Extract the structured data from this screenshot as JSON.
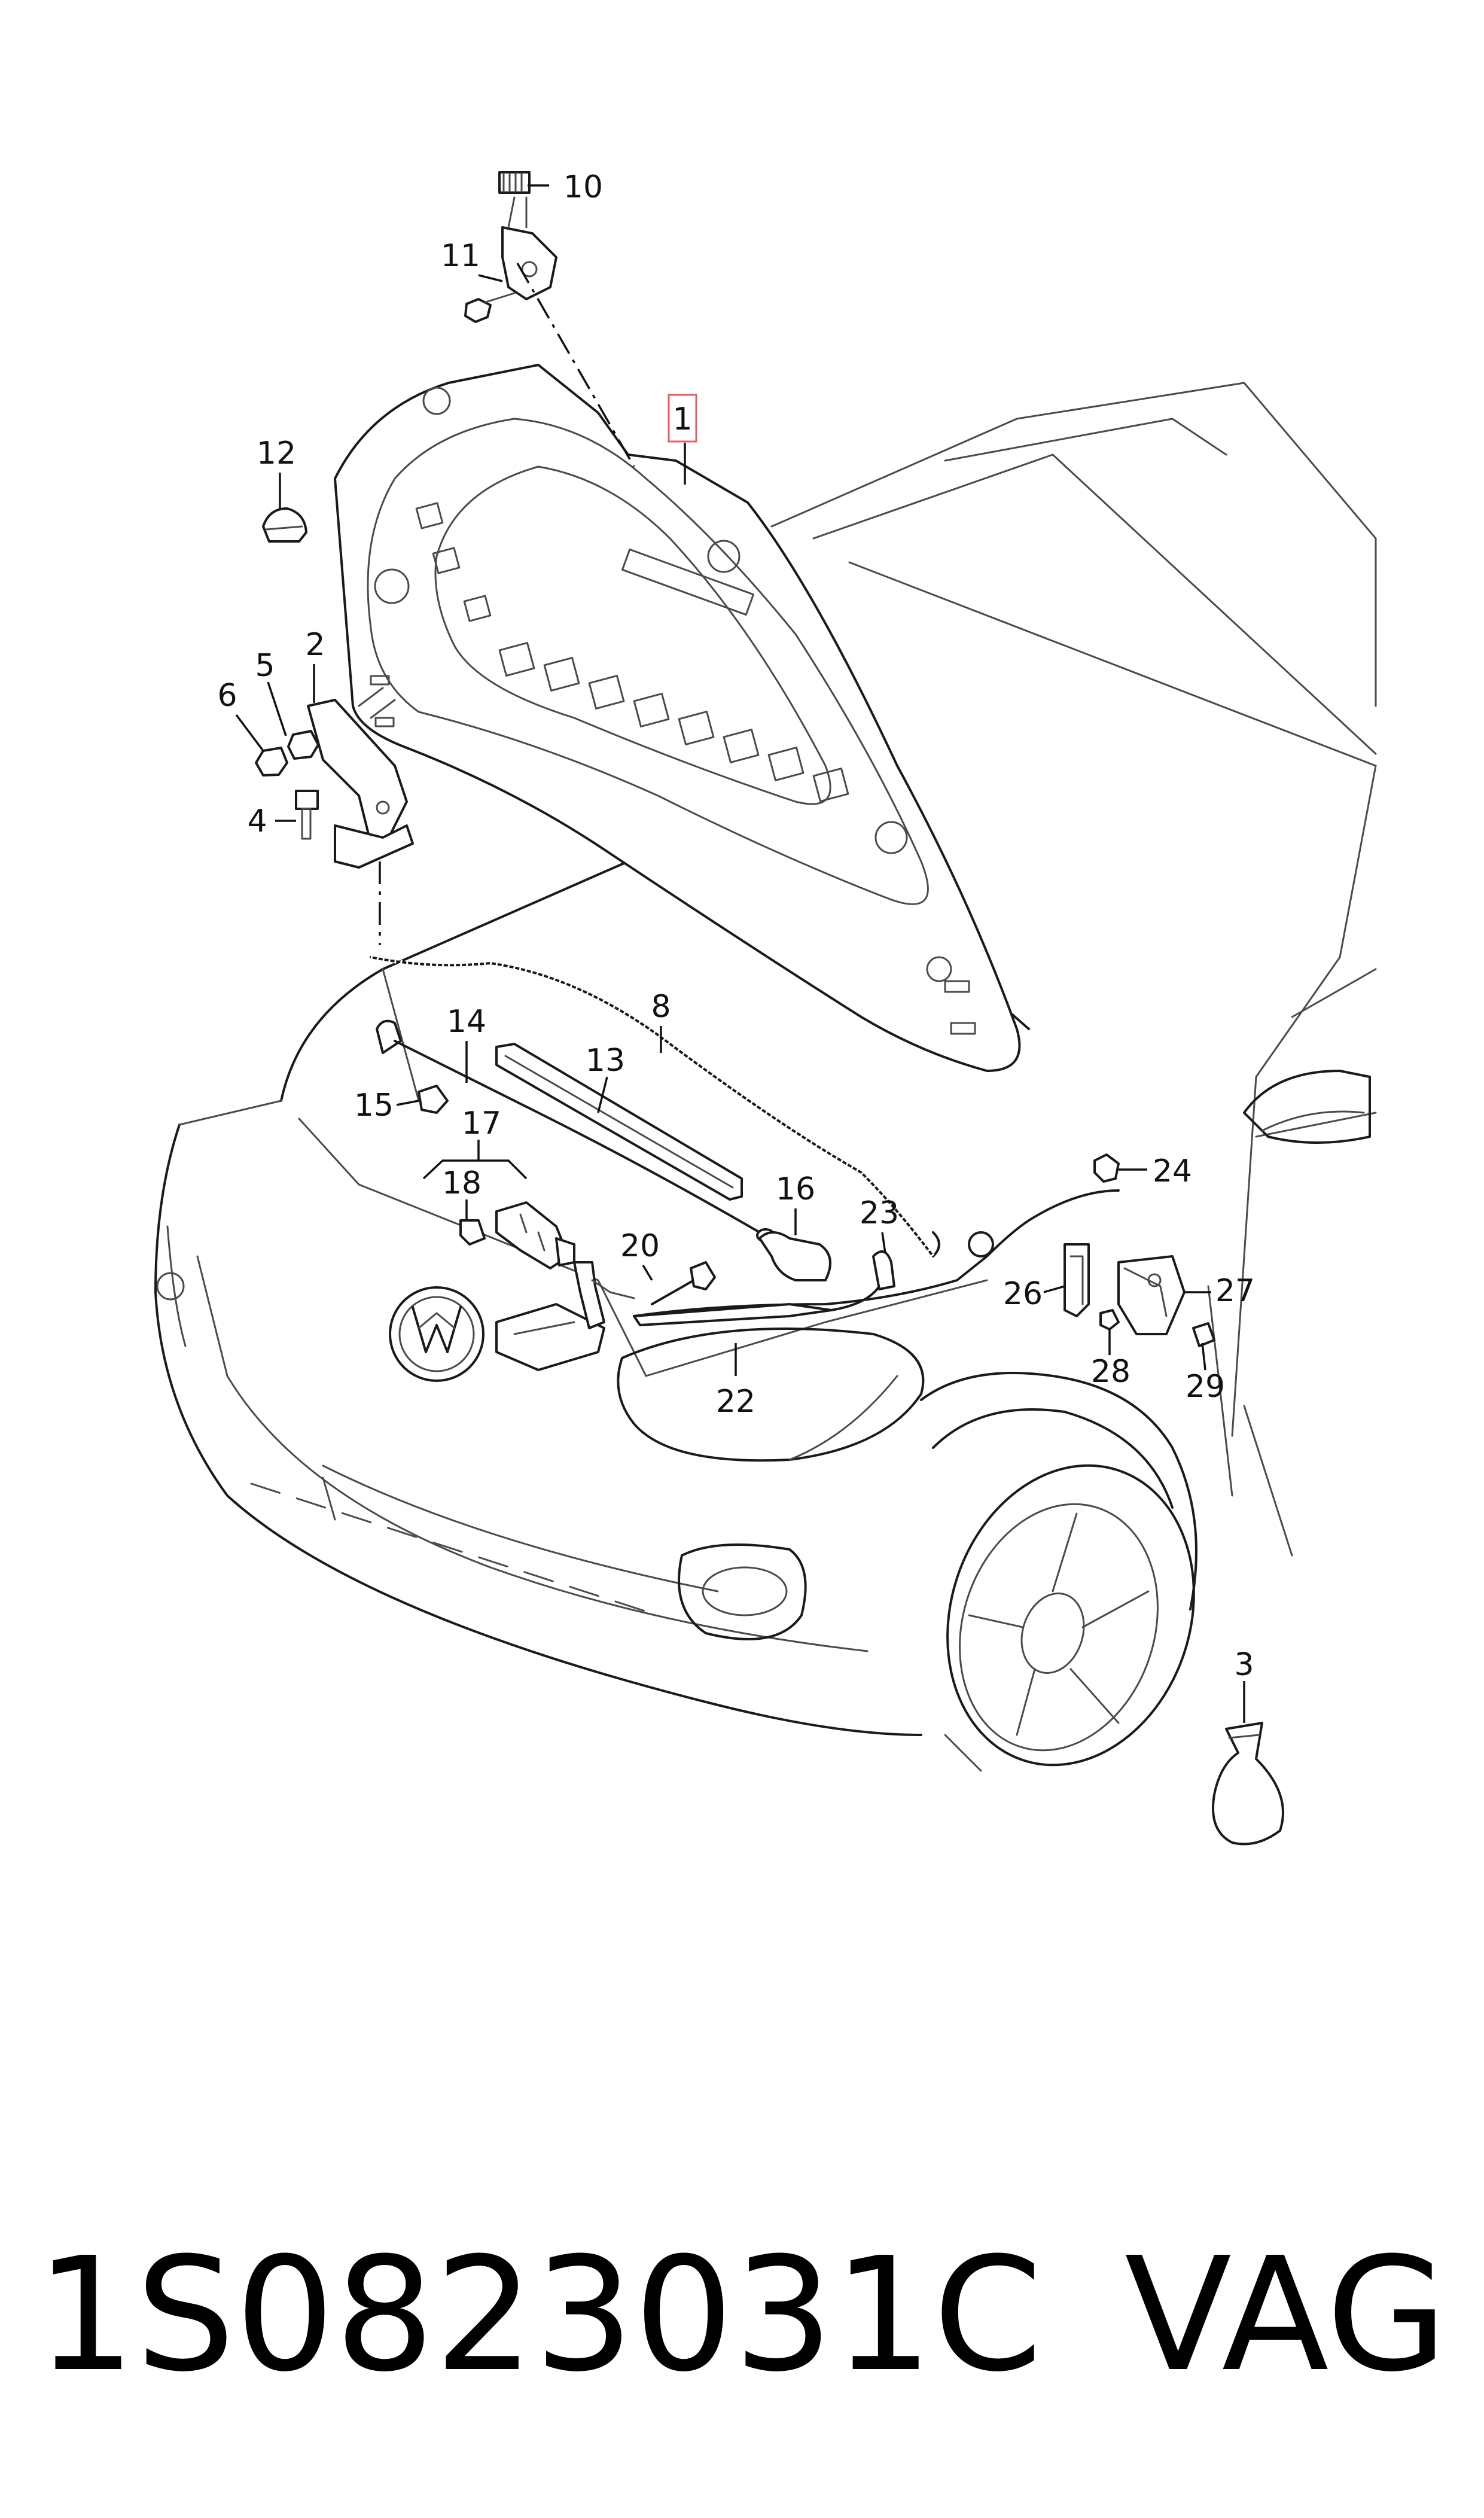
{
  "diagram": {
    "callouts": [
      {
        "id": "c1",
        "label": "1",
        "highlighted": true
      },
      {
        "id": "c2",
        "label": "2"
      },
      {
        "id": "c3",
        "label": "3"
      },
      {
        "id": "c4",
        "label": "4"
      },
      {
        "id": "c5",
        "label": "5"
      },
      {
        "id": "c6",
        "label": "6"
      },
      {
        "id": "c8",
        "label": "8"
      },
      {
        "id": "c10",
        "label": "10"
      },
      {
        "id": "c11",
        "label": "11"
      },
      {
        "id": "c12",
        "label": "12"
      },
      {
        "id": "c13",
        "label": "13"
      },
      {
        "id": "c14",
        "label": "14"
      },
      {
        "id": "c15",
        "label": "15"
      },
      {
        "id": "c16",
        "label": "16"
      },
      {
        "id": "c17",
        "label": "17"
      },
      {
        "id": "c18",
        "label": "18"
      },
      {
        "id": "c20",
        "label": "20"
      },
      {
        "id": "c22",
        "label": "22"
      },
      {
        "id": "c23",
        "label": "23"
      },
      {
        "id": "c24",
        "label": "24"
      },
      {
        "id": "c26",
        "label": "26"
      },
      {
        "id": "c27",
        "label": "27"
      },
      {
        "id": "c28",
        "label": "28"
      },
      {
        "id": "c29",
        "label": "29"
      }
    ],
    "highlight_color": "#e06060"
  },
  "footer": {
    "part_number": "1S0823031C",
    "brand": "VAG"
  }
}
